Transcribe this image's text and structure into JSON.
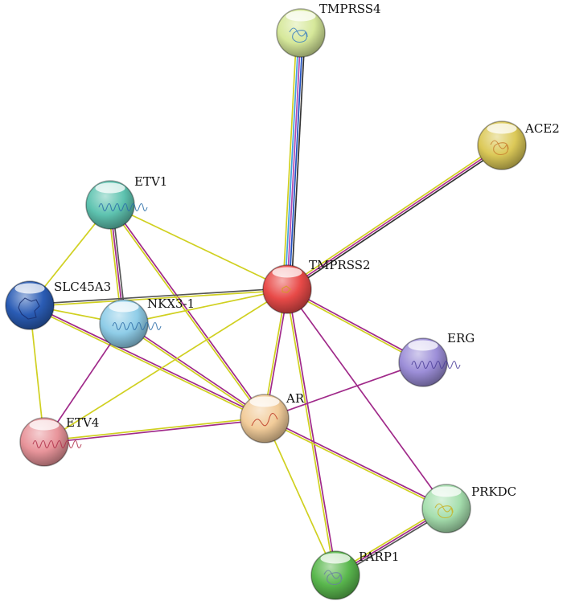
{
  "network": {
    "nodes": [
      {
        "id": "TMPRSS4",
        "label": "TMPRSS4",
        "color": "#d6e89a",
        "struct": "#3a7fbf"
      },
      {
        "id": "ACE2",
        "label": "ACE2",
        "color": "#dcc958",
        "struct": "#c88030"
      },
      {
        "id": "ETV1",
        "label": "ETV1",
        "color": "#5ec3b0",
        "struct": "#2a6fa8"
      },
      {
        "id": "TMPRSS2",
        "label": "TMPRSS2",
        "color": "#e84a48",
        "struct": "#d0a020"
      },
      {
        "id": "SLC45A3",
        "label": "SLC45A3",
        "color": "#2a5cb5",
        "struct": "#1a2f70"
      },
      {
        "id": "NKX3-1",
        "label": "NKX3-1",
        "color": "#8fcde8",
        "struct": "#2f6fa8"
      },
      {
        "id": "ERG",
        "label": "ERG",
        "color": "#9c8ed8",
        "struct": "#4d3f9a"
      },
      {
        "id": "AR",
        "label": "AR",
        "color": "#f2cc9a",
        "struct": "#c0402a"
      },
      {
        "id": "ETV4",
        "label": "ETV4",
        "color": "#e8949a",
        "struct": "#b0304a"
      },
      {
        "id": "PRKDC",
        "label": "PRKDC",
        "color": "#a6dfae",
        "struct": "#c8b020"
      },
      {
        "id": "PARP1",
        "label": "PARP1",
        "color": "#5ab84e",
        "struct": "#6a7fa0"
      }
    ],
    "edges": [
      {
        "source": "TMPRSS4",
        "target": "TMPRSS2",
        "colors": [
          "#333333",
          "#2050c0",
          "#b04ab0",
          "#40a0e0",
          "#d0d020"
        ]
      },
      {
        "source": "ACE2",
        "target": "TMPRSS2",
        "colors": [
          "#333333",
          "#b03090",
          "#d0d020"
        ]
      },
      {
        "source": "ETV1",
        "target": "NKX3-1",
        "colors": [
          "#555555",
          "#a02a8a",
          "#d0d020"
        ]
      },
      {
        "source": "ETV1",
        "target": "TMPRSS2",
        "colors": [
          "#d0d020"
        ]
      },
      {
        "source": "ETV1",
        "target": "SLC45A3",
        "colors": [
          "#d0d020"
        ]
      },
      {
        "source": "ETV1",
        "target": "AR",
        "colors": [
          "#a02a8a",
          "#d0d020"
        ]
      },
      {
        "source": "SLC45A3",
        "target": "TMPRSS2",
        "colors": [
          "#555555",
          "#d0d020"
        ]
      },
      {
        "source": "SLC45A3",
        "target": "NKX3-1",
        "colors": [
          "#d0d020"
        ]
      },
      {
        "source": "SLC45A3",
        "target": "AR",
        "colors": [
          "#a02a8a",
          "#d0d020"
        ]
      },
      {
        "source": "SLC45A3",
        "target": "ETV4",
        "colors": [
          "#d0d020"
        ]
      },
      {
        "source": "NKX3-1",
        "target": "TMPRSS2",
        "colors": [
          "#d0d020"
        ]
      },
      {
        "source": "NKX3-1",
        "target": "AR",
        "colors": [
          "#a02a8a",
          "#d0d020"
        ]
      },
      {
        "source": "NKX3-1",
        "target": "ETV4",
        "colors": [
          "#a02a8a"
        ]
      },
      {
        "source": "TMPRSS2",
        "target": "ERG",
        "colors": [
          "#a02a8a",
          "#d0d020"
        ]
      },
      {
        "source": "TMPRSS2",
        "target": "AR",
        "colors": [
          "#a02a8a",
          "#d0d020"
        ]
      },
      {
        "source": "TMPRSS2",
        "target": "ETV4",
        "colors": [
          "#d0d020"
        ]
      },
      {
        "source": "TMPRSS2",
        "target": "PRKDC",
        "colors": [
          "#a02a8a"
        ]
      },
      {
        "source": "TMPRSS2",
        "target": "PARP1",
        "colors": [
          "#a02a8a",
          "#d0d020"
        ]
      },
      {
        "source": "ERG",
        "target": "AR",
        "colors": [
          "#a02a8a"
        ]
      },
      {
        "source": "AR",
        "target": "ETV4",
        "colors": [
          "#a02a8a",
          "#d0d020"
        ]
      },
      {
        "source": "AR",
        "target": "PRKDC",
        "colors": [
          "#a02a8a",
          "#d0d020"
        ]
      },
      {
        "source": "AR",
        "target": "PARP1",
        "colors": [
          "#d0d020"
        ]
      },
      {
        "source": "PRKDC",
        "target": "PARP1",
        "colors": [
          "#555555",
          "#a02a8a",
          "#d0d020"
        ]
      }
    ]
  }
}
